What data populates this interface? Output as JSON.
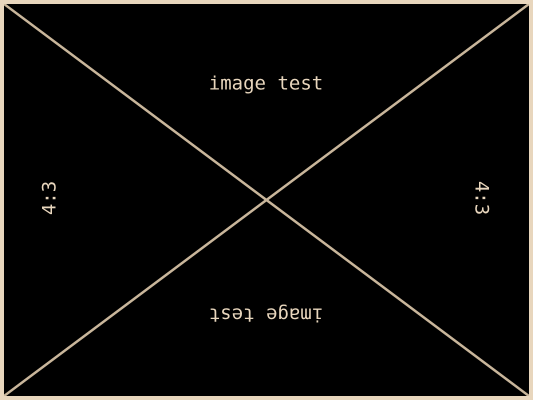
{
  "test_image": {
    "top_text": "image test",
    "bottom_text": "image test",
    "left_ratio": "4:3",
    "right_ratio": "4:3"
  },
  "colors": {
    "background": "#000000",
    "foreground": "#e8d6bd"
  }
}
